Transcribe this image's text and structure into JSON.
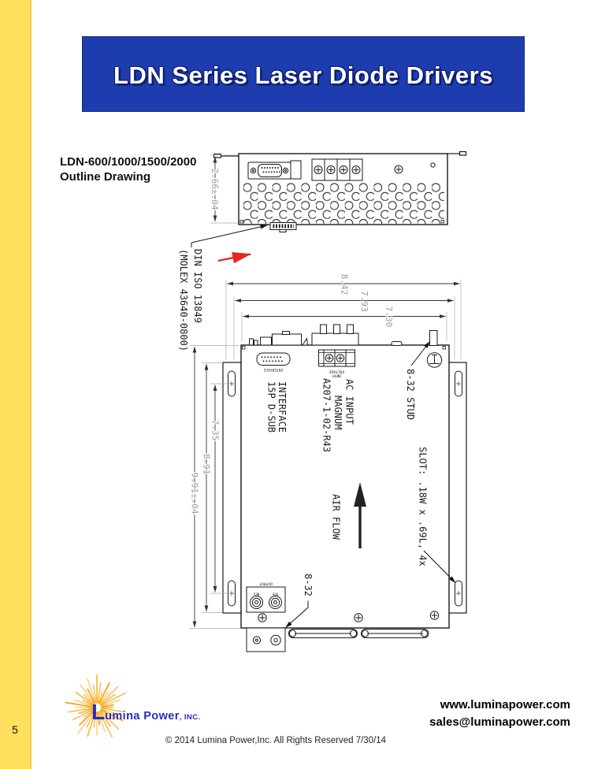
{
  "page": {
    "number": "5"
  },
  "banner": {
    "title": "LDN Series Laser Diode Drivers"
  },
  "heading": {
    "line1": "LDN-600/1000/1500/2000",
    "line2": "Outline Drawing"
  },
  "drawing": {
    "dims": {
      "side_height": "2.66±.04",
      "w1": "8.42",
      "w2": "7.93",
      "w3": "7.30",
      "l1": "7.35",
      "l2": "8.91",
      "l3": "9.91±.04"
    },
    "labels": {
      "din": "DIN ISO 13849",
      "molex": "(MOLEX 43640-0800)",
      "interface1": "INTERFACE",
      "interface2": "15P D-SUB",
      "ac1": "AC INPUT",
      "ac2": "MAGNUM",
      "ac3": "A207-1-02-R43",
      "stud": "8-32 STUD",
      "slot": "SLOT: .18W x .69L, 4x",
      "airflow": "AIR FLOW",
      "screw": "8-32",
      "conn_interface": "INTERFACE",
      "conn_voltage": "VOLTAGE",
      "conn_input": "INPUT",
      "out": "OUTPUT",
      "neg": "NEG",
      "pos": "POS"
    }
  },
  "footer": {
    "logo_l": "L",
    "logo_name": "umina Power",
    "logo_inc": ", INC.",
    "website": "www.luminapower.com",
    "email": "sales@luminapower.com",
    "copyright": "© 2014 Lumina Power,Inc.  All Rights Reserved  7/30/14"
  },
  "colors": {
    "banner_blue": "#1d3cad",
    "stripe_yellow": "#ffdf5e",
    "logo_blue": "#2b2bbe",
    "ray_orange": "#f6a41f",
    "arrow_red": "#e8251d",
    "dim_gray": "#999999",
    "line": "#1a1a1a"
  }
}
